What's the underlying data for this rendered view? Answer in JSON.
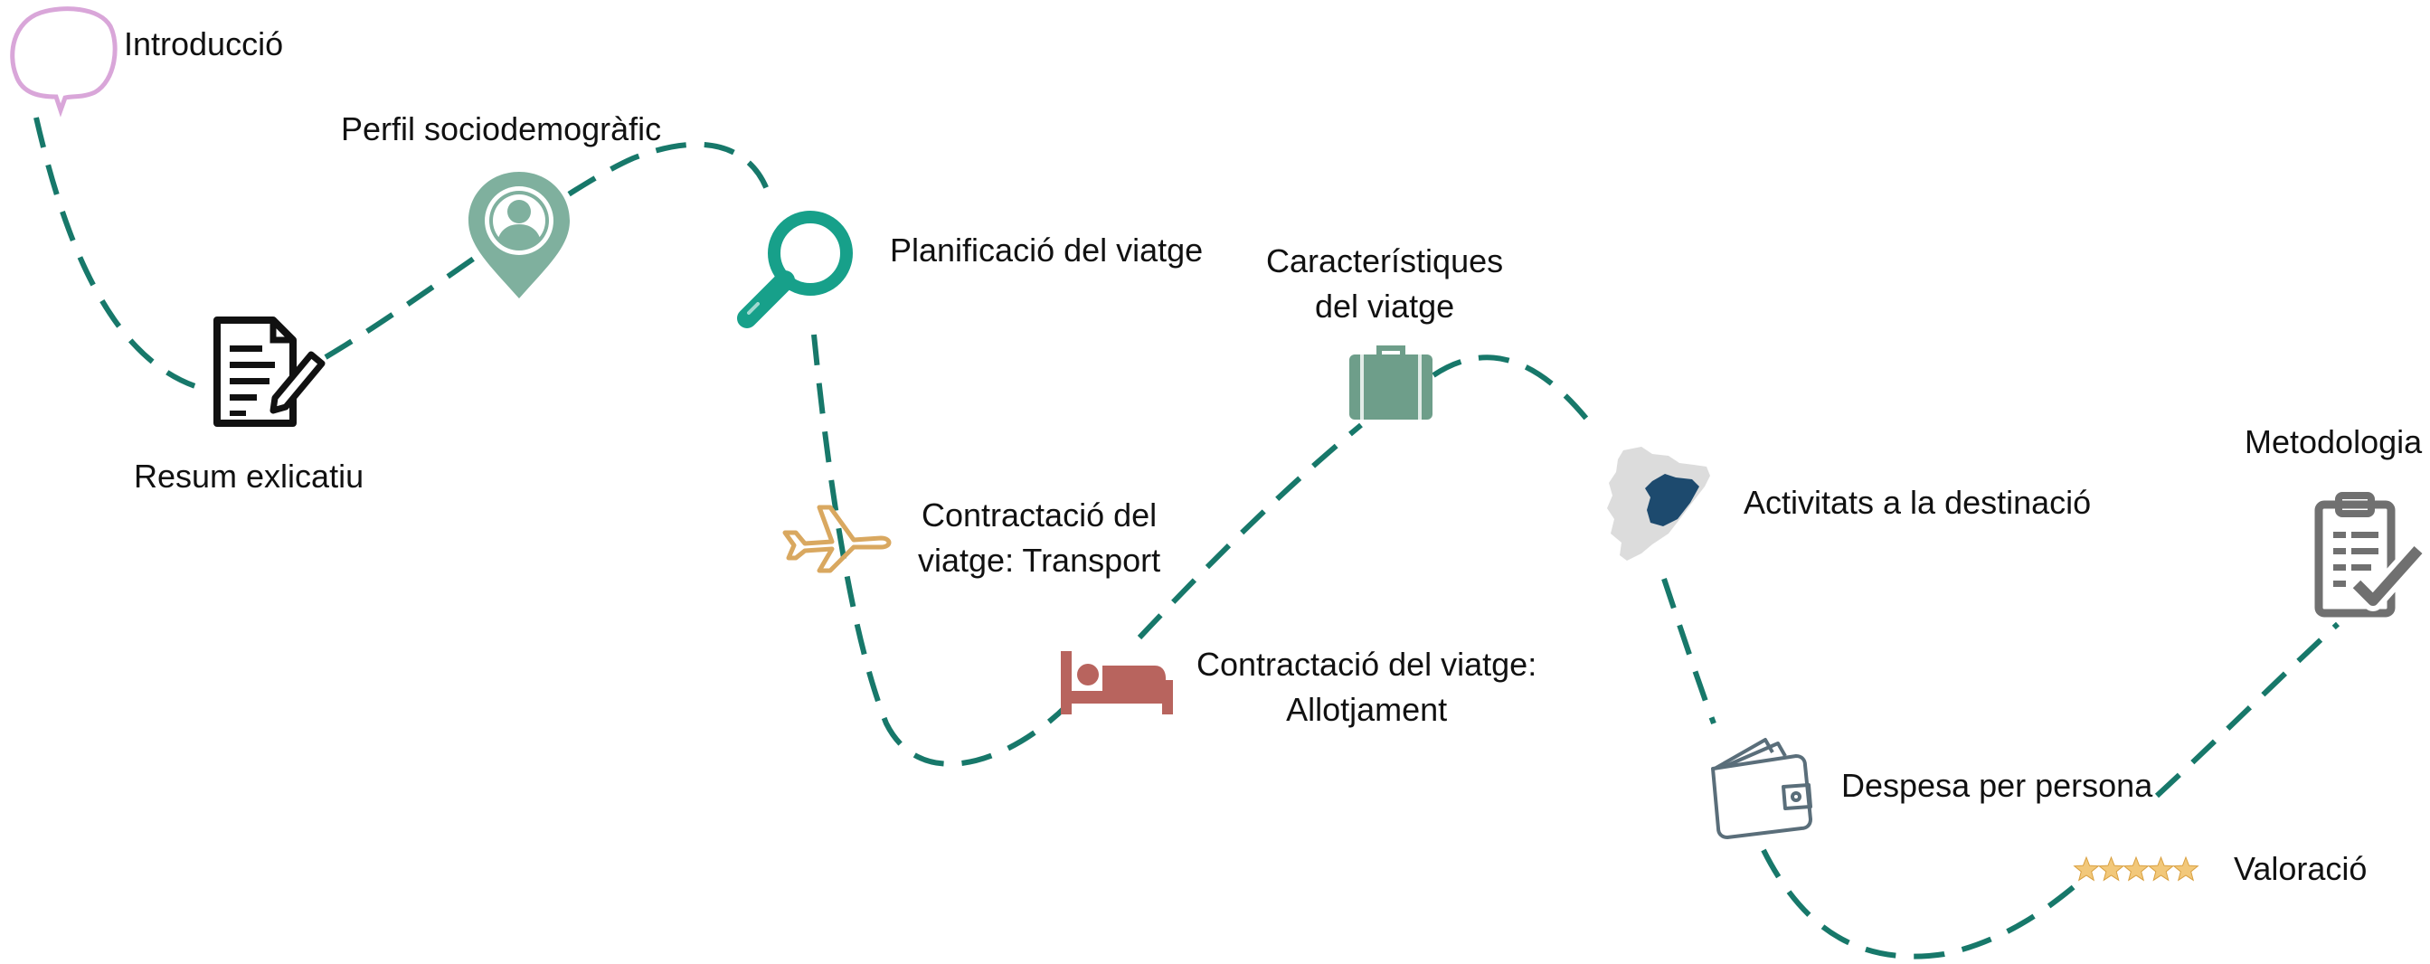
{
  "colors": {
    "path": "#17786a",
    "text": "#111111",
    "speech_bubble": "#d9a6d9",
    "pin": "#7fb09e",
    "magnifier": "#17a08a",
    "plane": "#d9a860",
    "suitcase": "#6e9e8a",
    "bed": "#b8645e",
    "map_region": "#1d4a6e",
    "map_land": "#dcdcdc",
    "wallet": "#5a6e7a",
    "stars": "#f2c87a",
    "clipboard": "#707070"
  },
  "steps": [
    {
      "id": "intro",
      "lines": [
        "Introducció"
      ],
      "icon": "speech-bubble-icon"
    },
    {
      "id": "resum",
      "lines": [
        "Resum exlicatiu"
      ],
      "icon": "document-pen-icon"
    },
    {
      "id": "perfil",
      "lines": [
        "Perfil sociodemogràfic"
      ],
      "icon": "location-person-icon"
    },
    {
      "id": "planificacio",
      "lines": [
        "Planificació del viatge"
      ],
      "icon": "magnifier-icon"
    },
    {
      "id": "transport",
      "lines": [
        "Contractació del",
        "viatge: Transport"
      ],
      "icon": "airplane-icon"
    },
    {
      "id": "allotjament",
      "lines": [
        "Contractació del viatge:",
        "Allotjament"
      ],
      "icon": "bed-icon"
    },
    {
      "id": "caracteristiques",
      "lines": [
        "Característiques",
        "del viatge"
      ],
      "icon": "suitcase-icon"
    },
    {
      "id": "activitats",
      "lines": [
        "Activitats a la destinació"
      ],
      "icon": "map-icon"
    },
    {
      "id": "despesa",
      "lines": [
        "Despesa per persona"
      ],
      "icon": "wallet-icon"
    },
    {
      "id": "valoracio",
      "lines": [
        "Valoració"
      ],
      "icon": "stars-icon"
    },
    {
      "id": "metodologia",
      "lines": [
        "Metodologia"
      ],
      "icon": "clipboard-check-icon"
    }
  ]
}
